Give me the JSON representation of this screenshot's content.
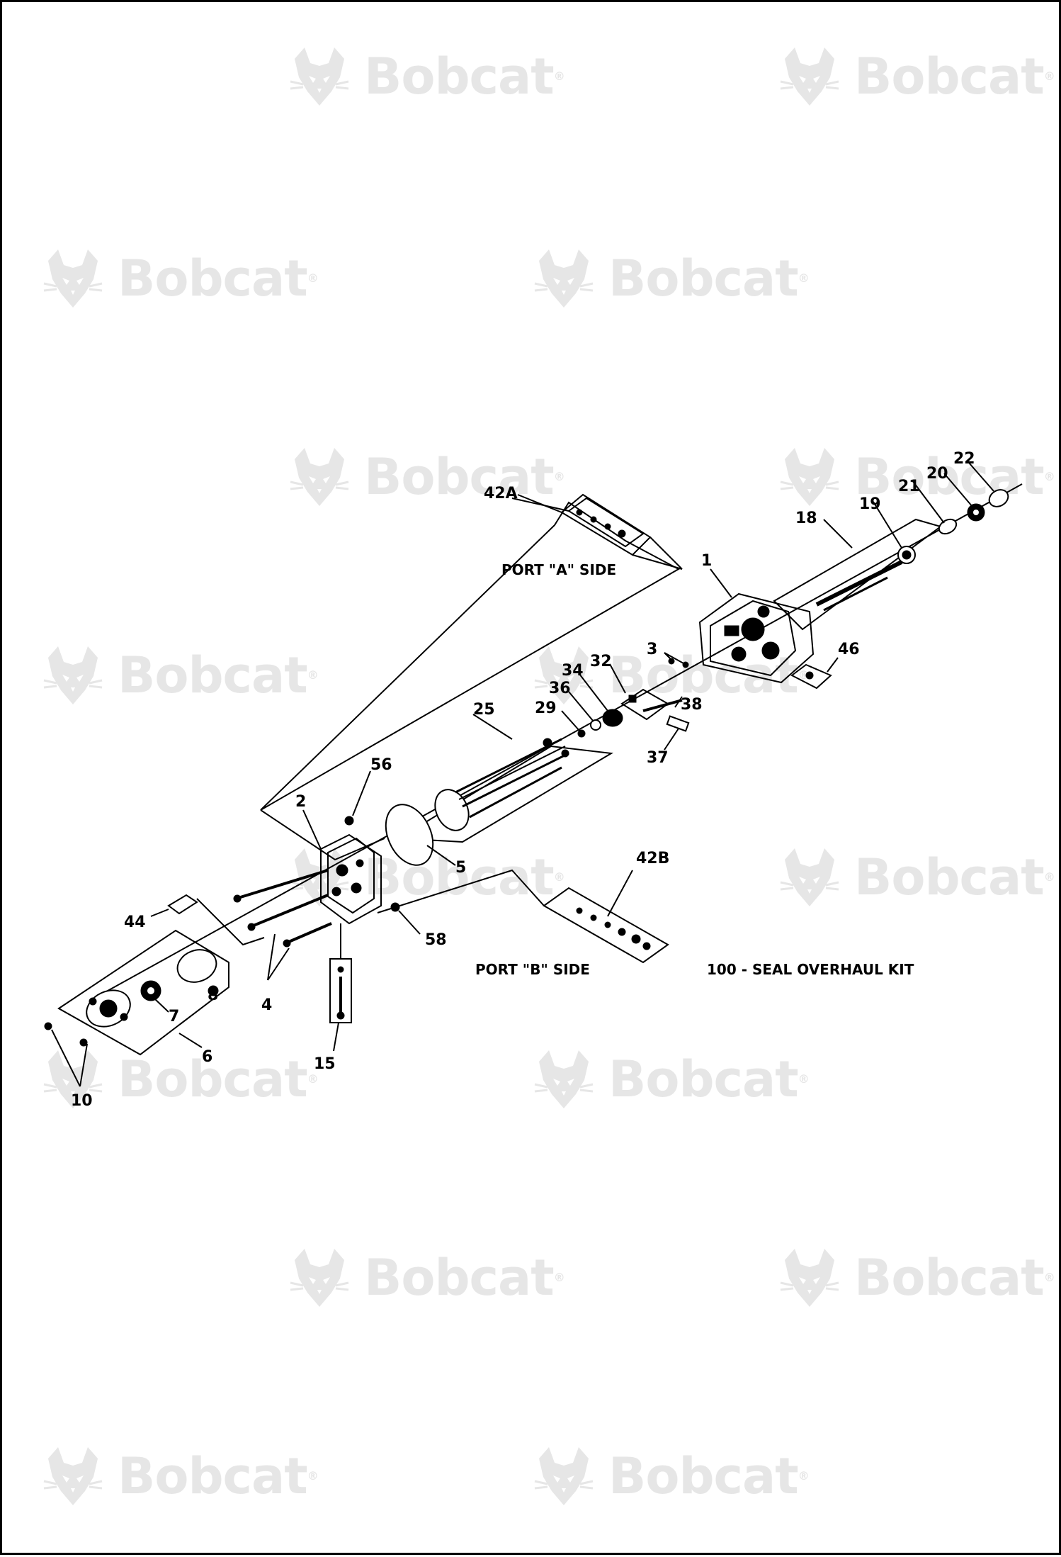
{
  "watermark": {
    "brand": "Bobcat",
    "registered": "®",
    "color": "#e6e6e6"
  },
  "captions": {
    "port_a": "PORT \"A\" SIDE",
    "port_b": "PORT \"B\" SIDE",
    "kit": "100 - SEAL OVERHAUL KIT"
  },
  "callouts": {
    "c1": "1",
    "c2": "2",
    "c3": "3",
    "c4": "4",
    "c5": "5",
    "c6": "6",
    "c7": "7",
    "c8": "8",
    "c10": "10",
    "c15": "15",
    "c18": "18",
    "c19": "19",
    "c20": "20",
    "c21": "21",
    "c22": "22",
    "c25": "25",
    "c29": "29",
    "c32": "32",
    "c34": "34",
    "c36": "36",
    "c37": "37",
    "c38": "38",
    "c42a": "42A",
    "c42b": "42B",
    "c44": "44",
    "c46": "46",
    "c56": "56",
    "c58": "58"
  },
  "colors": {
    "line": "#000000",
    "background": "#ffffff",
    "watermark": "#e6e6e6"
  }
}
